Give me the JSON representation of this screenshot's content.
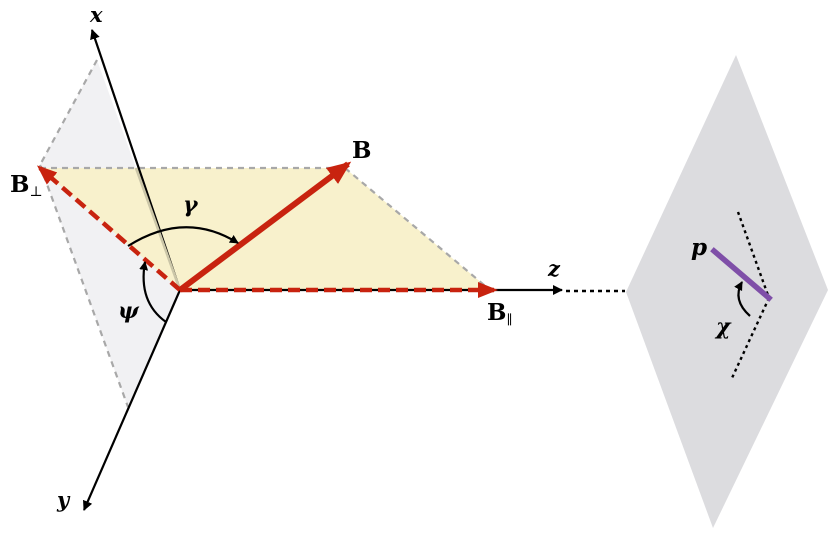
{
  "labels": {
    "axis_x": "x",
    "axis_y": "y",
    "axis_z": "z",
    "field_total": "B",
    "field_perp_main": "B",
    "field_perp_sub": "⊥",
    "field_par_main": "B",
    "field_par_sub": "∥",
    "angle_gamma": "γ",
    "angle_psi": "ψ",
    "angle_chi": "χ",
    "polarization": "p"
  },
  "colors": {
    "field_vector": "#c8230f",
    "polarization_bar": "#7f4fa8",
    "plane_field": "#f8f1cc",
    "plane_side": "#f1f1f3",
    "sky_plane": "#dcdcdf",
    "axis": "#000000",
    "guide_dash": "#9e9e9e"
  }
}
